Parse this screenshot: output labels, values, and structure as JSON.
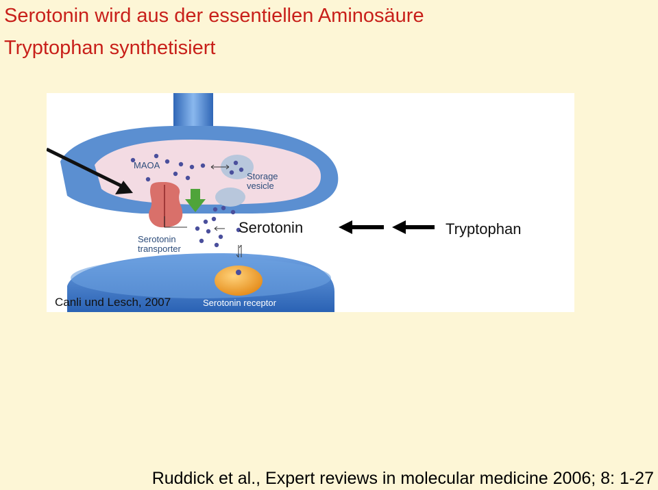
{
  "title": {
    "line1": "Serotonin wird aus der essentiellen Aminosäure",
    "line2": "Tryptophan synthetisiert"
  },
  "figure": {
    "labels": {
      "maoa": "MAOA",
      "storage_vesicle_1": "Storage",
      "storage_vesicle_2": "vesicle",
      "transporter_1": "Serotonin",
      "transporter_2": "transporter",
      "receptor": "Serotonin receptor"
    },
    "pathway": {
      "product": "Serotonin",
      "precursor": "Tryptophan"
    },
    "citation": "Canli und Lesch, 2007",
    "colors": {
      "presynaptic": "#5b8fd1",
      "cytoplasm": "#f3dbe3",
      "postsynaptic": "#3d7bc9",
      "receptor": "#f0a430",
      "transporter": "#d9706a",
      "molecule": "#4a4f9c",
      "arrow_green": "#4fa43a"
    }
  },
  "footer": {
    "reference": "Ruddick et al., Expert reviews in molecular medicine 2006; 8: 1-27"
  }
}
